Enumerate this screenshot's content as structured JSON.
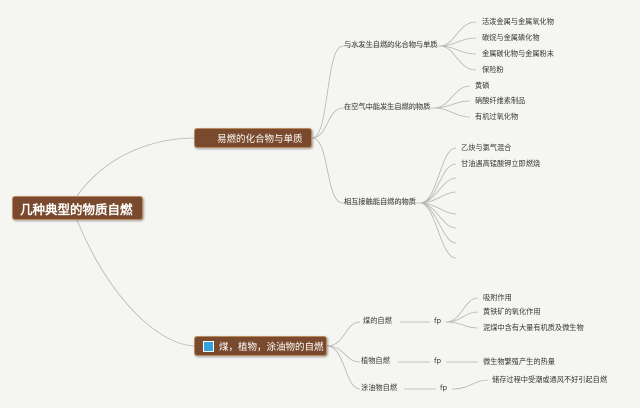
{
  "colors": {
    "node_fill": "#7a4a2e",
    "line": "#b5b5b5",
    "flag": "#33a3e0",
    "background": "#f5f5f2"
  },
  "root": {
    "label": "几种典型的物质自燃"
  },
  "branch1": {
    "label": "易燃的化合物与单质",
    "groups": [
      {
        "label": "与水发生自燃的化合物与单质",
        "items": [
          "活泼金属与金属氧化物",
          "碳烷与金属磷化物",
          "金属碳化物与金属粉末",
          "保险粉"
        ]
      },
      {
        "label": "在空气中能发生自燃的物质",
        "items": [
          "黄磷",
          "硝酸纤维素制品",
          "有机过氧化物"
        ]
      },
      {
        "label": "相互接触能自燃的物质",
        "items": [
          "乙炔与氯气混合",
          "甘油遇高锰酸钾立即燃烧"
        ]
      }
    ]
  },
  "branch2": {
    "label": "煤，植物，涂油物的自燃",
    "flag_icon": "blue-square-flag-icon",
    "groups": [
      {
        "label": "煤的自燃",
        "connector": "fp",
        "items": [
          "吸附作用",
          "黄铁矿的氧化作用",
          "泥煤中含有大量有机质及微生物"
        ]
      },
      {
        "label": "植物自燃",
        "connector": "fp",
        "items": [
          "微生物繁殖产生的热量"
        ]
      },
      {
        "label": "涂油物自燃",
        "connector": "fp",
        "items": [
          "储存过程中受潮或通风不好引起自燃"
        ]
      }
    ]
  }
}
